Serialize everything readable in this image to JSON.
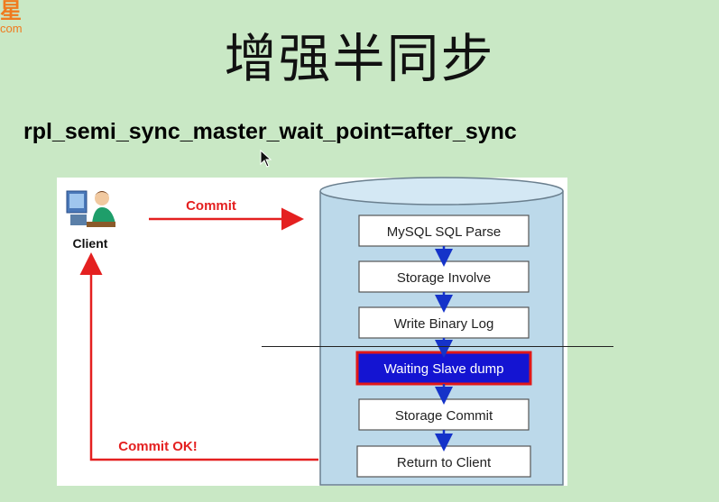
{
  "brand": {
    "logo": "星",
    "domain": "com"
  },
  "slide": {
    "title": "增强半同步",
    "config_line": "rpl_semi_sync_master_wait_point=after_sync"
  },
  "diagram": {
    "client_label": "Client",
    "commit_label": "Commit",
    "commit_ok_label": "Commit OK!",
    "steps": [
      "MySQL SQL Parse",
      "Storage Involve",
      "Write Binary Log",
      "Waiting Slave dump",
      "Storage Commit",
      "Return to Client"
    ],
    "highlighted_step": "Waiting Slave dump",
    "colors": {
      "arrow_red": "#e42020",
      "arrow_blue": "#1533c9",
      "highlight_fill": "#1414d2",
      "highlight_border": "#e01818",
      "cylinder_fill": "#bcd9ea"
    }
  }
}
